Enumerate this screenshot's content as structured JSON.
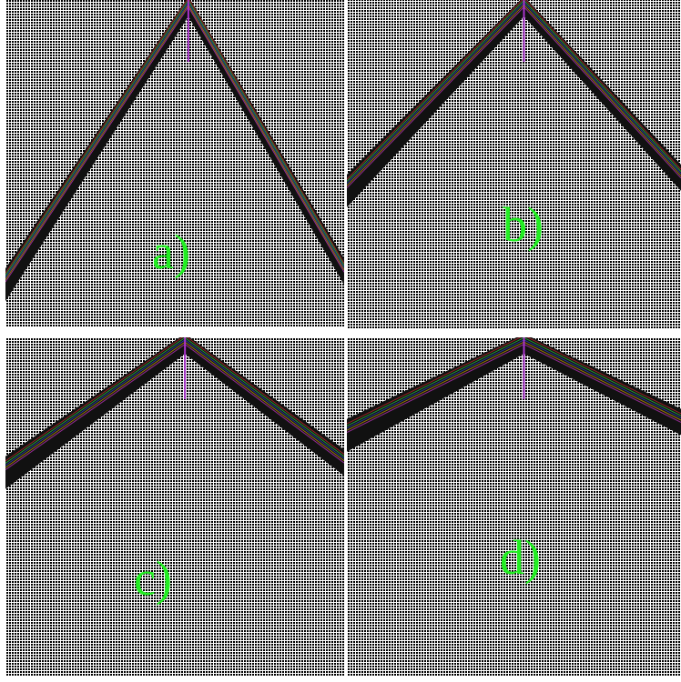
{
  "colors": {
    "background": "#000000",
    "grid": "#ffffff",
    "label": "#22ee22",
    "pulse_band": "#111111",
    "axis_marker": "#aa33cc",
    "stripe_colors": [
      "#ff3333",
      "#33ff55",
      "#3355ff",
      "#ffcc00",
      "#ff44ff"
    ]
  },
  "panels": [
    {
      "id": "a",
      "label": "a)",
      "peak_time": 0.54,
      "peak_level": 0.0,
      "left_level": 0.84,
      "right_level": 0.81
    },
    {
      "id": "b",
      "label": "b)",
      "peak_time": 0.53,
      "peak_level": 0.0,
      "left_level": 0.55,
      "right_level": 0.52
    },
    {
      "id": "c",
      "label": "c)",
      "peak_time": 0.53,
      "peak_level": 0.0,
      "left_level": 0.37,
      "right_level": 0.35
    },
    {
      "id": "d",
      "label": "d)",
      "peak_time": 0.53,
      "peak_level": 0.0,
      "left_level": 0.26,
      "right_level": 0.23
    }
  ]
}
